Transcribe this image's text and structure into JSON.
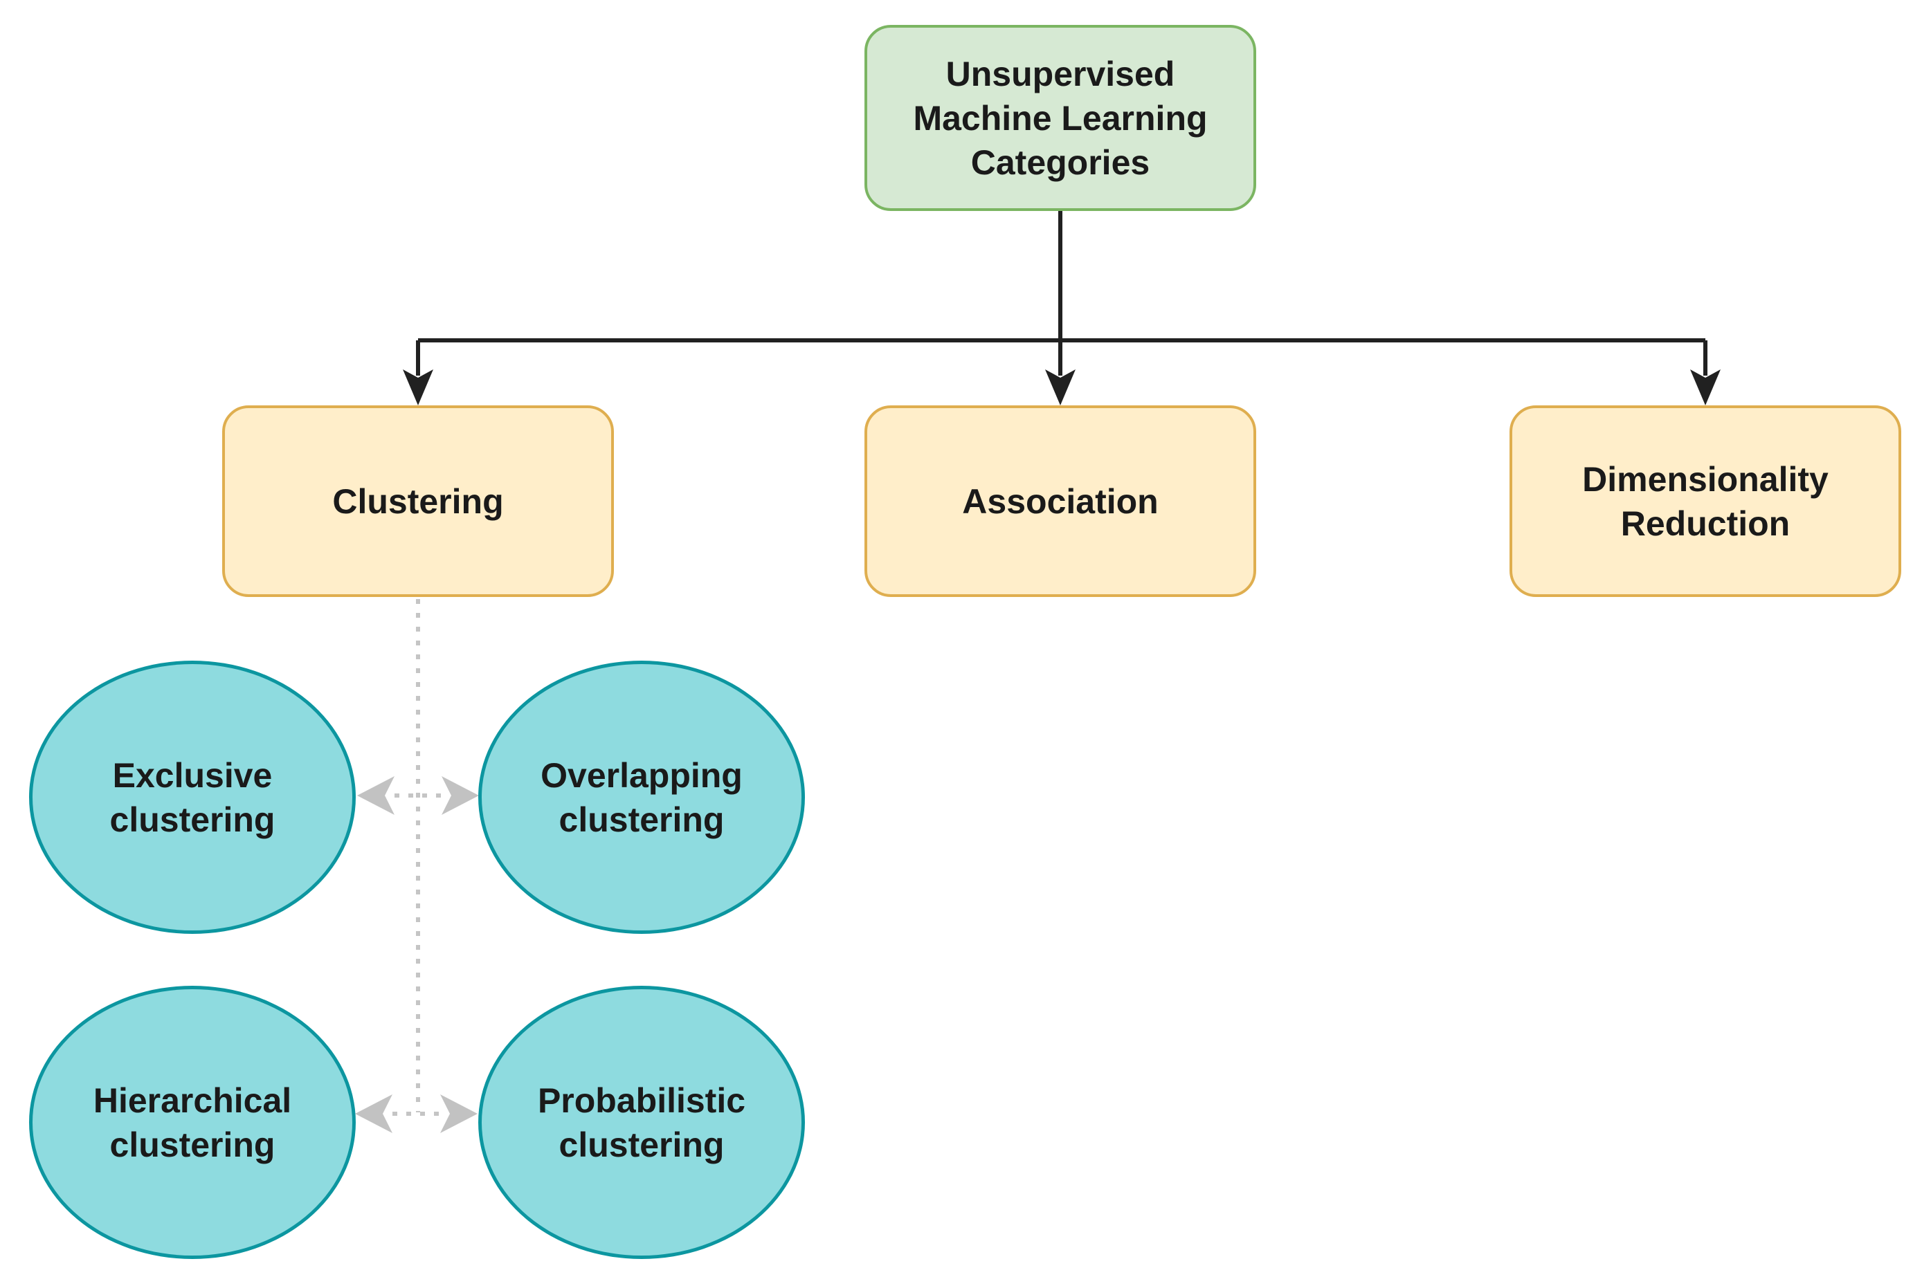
{
  "diagram": {
    "root": {
      "label": "Unsupervised\nMachine Learning\nCategories"
    },
    "categories": [
      {
        "label": "Clustering"
      },
      {
        "label": "Association"
      },
      {
        "label": "Dimensionality\nReduction"
      }
    ],
    "clustering_types": [
      {
        "label": "Exclusive\nclustering"
      },
      {
        "label": "Overlapping\nclustering"
      },
      {
        "label": "Hierarchical\nclustering"
      },
      {
        "label": "Probabilistic\nclustering"
      }
    ],
    "colors": {
      "background": "#ffffff",
      "root_fill": "#d6e9d3",
      "root_border": "#7bb562",
      "category_fill": "#ffeeca",
      "category_border": "#dfae4f",
      "type_fill": "#8edbdf",
      "type_border": "#0c96a0",
      "solid_connector": "#212121",
      "dotted_connector": "#c5c5c5",
      "text": "#1a1a1a"
    }
  }
}
